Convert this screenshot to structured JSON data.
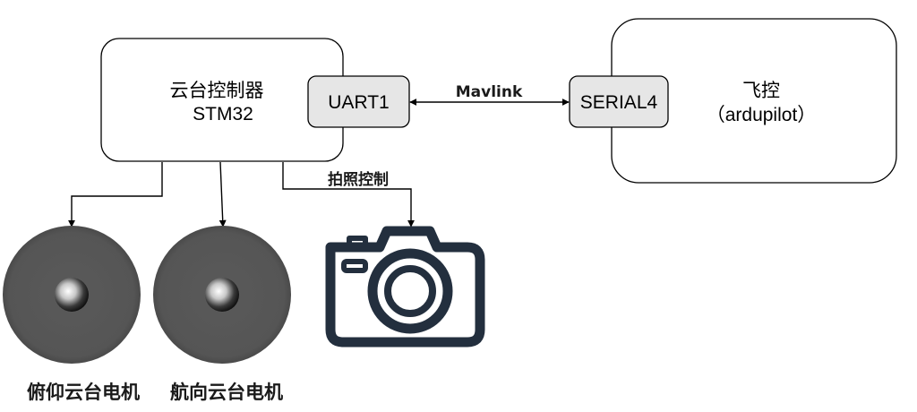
{
  "nodes": {
    "gimbal_controller": {
      "line1": "云台控制器",
      "line2": "STM32"
    },
    "uart1": {
      "label": "UART1"
    },
    "serial4": {
      "label": "SERIAL4"
    },
    "flight_controller": {
      "line1": "飞控",
      "line2": "（ardupilot）"
    }
  },
  "edges": {
    "mavlink": {
      "label": "Mavlink"
    },
    "shutter": {
      "label": "拍照控制"
    }
  },
  "devices": {
    "pitch_motor": {
      "label": "俯仰云台电机",
      "icon": "motor-disc-icon"
    },
    "yaw_motor": {
      "label": "航向云台电机",
      "icon": "motor-disc-icon"
    },
    "camera": {
      "icon": "camera-icon"
    }
  },
  "colors": {
    "port_fill": "#e6e6e6",
    "motor_fill": "#555555",
    "camera_stroke": "#232f3e",
    "line": "#000000"
  }
}
